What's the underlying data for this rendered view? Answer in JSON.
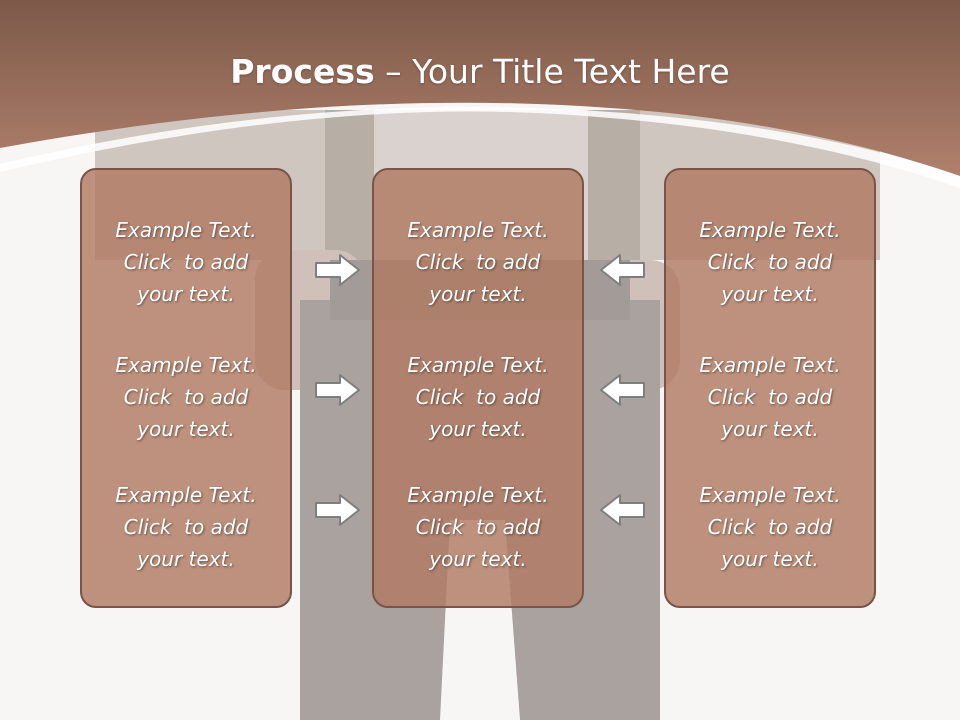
{
  "slide": {
    "title_bold": "Process",
    "title_rest": " – Your Title Text Here",
    "colors": {
      "header": "#a77966",
      "box_fill": "#b07a63",
      "box_border": "#7a5446",
      "arrow_fill": "#ffffff",
      "arrow_stroke": "#7f7f7f"
    },
    "columns": [
      {
        "items": [
          {
            "line1": "Example Text.",
            "line2": "Click  to add",
            "line3": "your text."
          },
          {
            "line1": "Example Text.",
            "line2": "Click  to add",
            "line3": "your text."
          },
          {
            "line1": "Example Text.",
            "line2": "Click  to add",
            "line3": "your text."
          }
        ]
      },
      {
        "items": [
          {
            "line1": "Example Text.",
            "line2": "Click  to add",
            "line3": "your text."
          },
          {
            "line1": "Example Text.",
            "line2": "Click  to add",
            "line3": "your text."
          },
          {
            "line1": "Example Text.",
            "line2": "Click  to add",
            "line3": "your text."
          }
        ]
      },
      {
        "items": [
          {
            "line1": "Example Text.",
            "line2": "Click  to add",
            "line3": "your text."
          },
          {
            "line1": "Example Text.",
            "line2": "Click  to add",
            "line3": "your text."
          },
          {
            "line1": "Example Text.",
            "line2": "Click  to add",
            "line3": "your text."
          }
        ]
      }
    ],
    "arrows": {
      "left": [
        "arrow-right-icon",
        "arrow-right-icon",
        "arrow-right-icon"
      ],
      "right": [
        "arrow-left-icon",
        "arrow-left-icon",
        "arrow-left-icon"
      ]
    }
  }
}
